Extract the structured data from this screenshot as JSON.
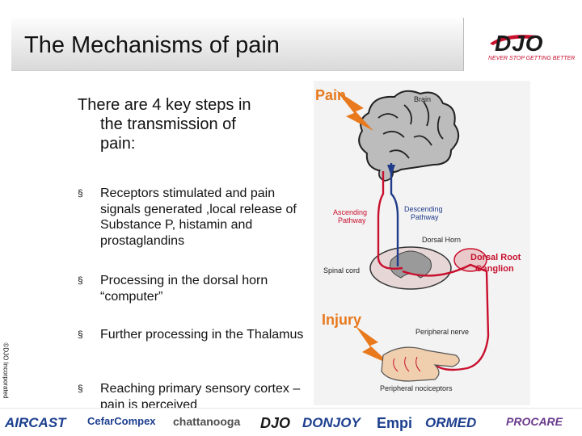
{
  "slide": {
    "title": "The Mechanisms of pain",
    "intro_lines": [
      "There are 4 key steps in",
      "the transmission of",
      "pain:"
    ],
    "bullets": [
      {
        "text": "Receptors stimulated and pain signals generated ,local release of Substance P, histamin and prostaglandins"
      },
      {
        "text": " Processing in the dorsal horn “computer”"
      },
      {
        "text": "Further processing in the Thalamus"
      },
      {
        "text": "Reaching primary sensory cortex – pain is perceived"
      }
    ],
    "bullet_marker": "§",
    "copyright": "©DJO Incorporated"
  },
  "brand": {
    "name": "DJO",
    "tagline": "NEVER STOP GETTING BETTER"
  },
  "diagram": {
    "labels": {
      "pain": "Pain",
      "brain": "Brain",
      "ascending_1": "Ascending",
      "ascending_2": "Pathway",
      "descending_1": "Descending",
      "descending_2": "Pathway",
      "dorsal_horn": "Dorsal Horn",
      "dorsal_root_1": "Dorsal Root",
      "dorsal_root_2": "Ganglion",
      "spinal_cord": "Spinal cord",
      "injury": "Injury",
      "peripheral_nerve": "Peripheral nerve",
      "peripheral_nociceptors": "Peripheral nociceptors"
    }
  },
  "footer_logos": [
    "AIRCAST",
    "CefarCompex",
    "chattanooga",
    "DJO",
    "DONJOY",
    "Empi",
    "ORMED",
    "PROCARE"
  ],
  "colors": {
    "red": "#c8102e",
    "blue": "#1f3b8a",
    "orange": "#e8791c",
    "navy": "#1d3f8f"
  }
}
